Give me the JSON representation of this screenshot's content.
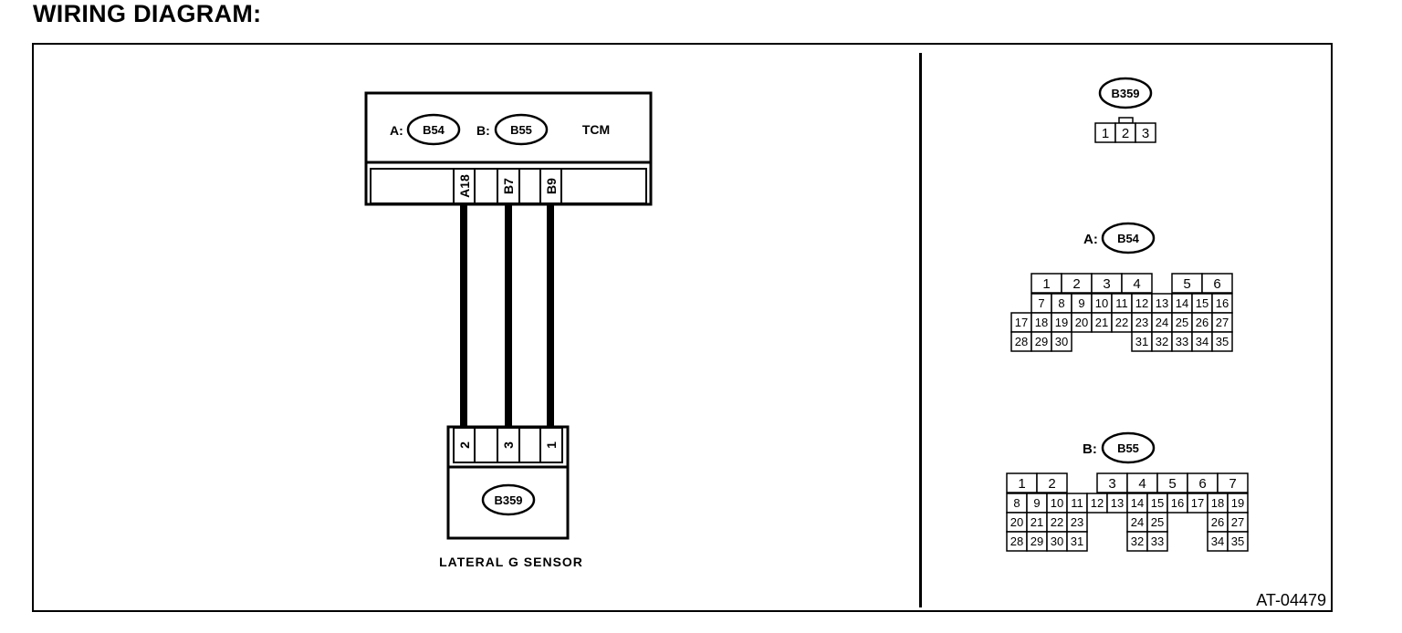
{
  "title": "WIRING DIAGRAM:",
  "figure_id": "AT-04479",
  "tcm": {
    "label": "TCM",
    "connector_a": {
      "prefix": "A:",
      "code": "B54"
    },
    "connector_b": {
      "prefix": "B:",
      "code": "B55"
    },
    "pins": [
      "A18",
      "B7",
      "B9"
    ]
  },
  "sensor": {
    "label": "LATERAL G SENSOR",
    "code": "B359",
    "pins": [
      "2",
      "3",
      "1"
    ]
  },
  "connector_views": {
    "b359": {
      "code": "B359",
      "pins": [
        "1",
        "2",
        "3"
      ]
    },
    "b54": {
      "prefix": "A:",
      "code": "B54",
      "rows": [
        [
          "1",
          "2",
          "3",
          "4",
          "5",
          "6"
        ],
        [
          "7",
          "8",
          "9",
          "10",
          "11",
          "12",
          "13",
          "14",
          "15",
          "16"
        ],
        [
          "17",
          "18",
          "19",
          "20",
          "21",
          "22",
          "23",
          "24",
          "25",
          "26",
          "27"
        ],
        [
          "28",
          "29",
          "30",
          "31",
          "32",
          "33",
          "34",
          "35"
        ]
      ]
    },
    "b55": {
      "prefix": "B:",
      "code": "B55",
      "rows": [
        [
          "1",
          "2",
          "3",
          "4",
          "5",
          "6",
          "7"
        ],
        [
          "8",
          "9",
          "10",
          "11",
          "12",
          "13",
          "14",
          "15",
          "16",
          "17",
          "18",
          "19"
        ],
        [
          "20",
          "21",
          "22",
          "23",
          "24",
          "25",
          "26",
          "27"
        ],
        [
          "28",
          "29",
          "30",
          "31",
          "32",
          "33",
          "34",
          "35"
        ]
      ]
    }
  }
}
